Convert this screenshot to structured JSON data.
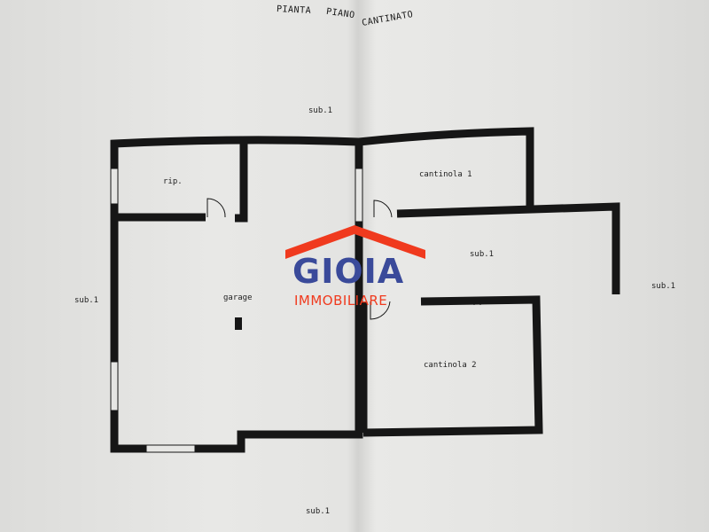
{
  "title": {
    "word1": "PIANTA",
    "word2": "PIANO",
    "word3": "CANTINATO"
  },
  "labels": {
    "sub_top": "sub.1",
    "sub_left": "sub.1",
    "sub_right": "sub.1",
    "sub_middle": "sub.1",
    "sub_bottom": "sub.1",
    "rip": "rip.",
    "garage": "garage",
    "cantinola1": "cantinola 1",
    "cantinola2": "cantinola 2"
  },
  "logo": {
    "name": "GIOIA",
    "tagline": "IMMOBILIARE",
    "name_color": "#3a4a9a",
    "accent_color": "#f03a1e"
  },
  "colors": {
    "wall": "#161616",
    "paper": "#e6e6e4"
  }
}
